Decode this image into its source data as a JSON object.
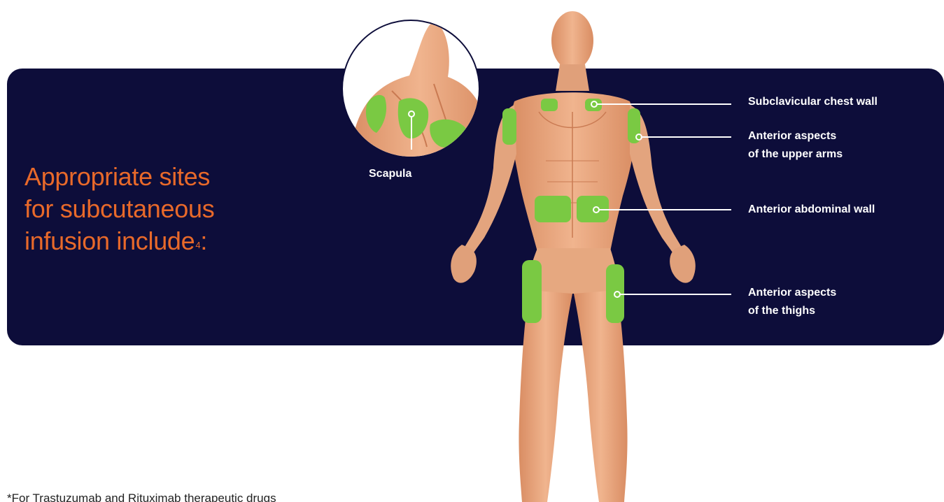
{
  "headline": {
    "line1": "Appropriate sites",
    "line2": "for subcutaneous",
    "line3": "infusion include",
    "superscript": "4",
    "suffix": ":"
  },
  "inset_label": "Scapula",
  "sites": [
    {
      "lines": [
        "Subclavicular chest wall"
      ]
    },
    {
      "lines": [
        "Anterior aspects",
        "of the upper arms"
      ]
    },
    {
      "lines": [
        "Anterior abdominal wall"
      ]
    },
    {
      "lines": [
        "Anterior aspects",
        "of the thighs"
      ]
    }
  ],
  "footnote": "*For Trastuzumab and Rituximab therapeutic drugs",
  "colors": {
    "panel": "#0d0d3a",
    "headline": "#e8692a",
    "site_highlight": "#7ac943",
    "skin": "#e8a27a",
    "label_text": "#ffffff"
  }
}
